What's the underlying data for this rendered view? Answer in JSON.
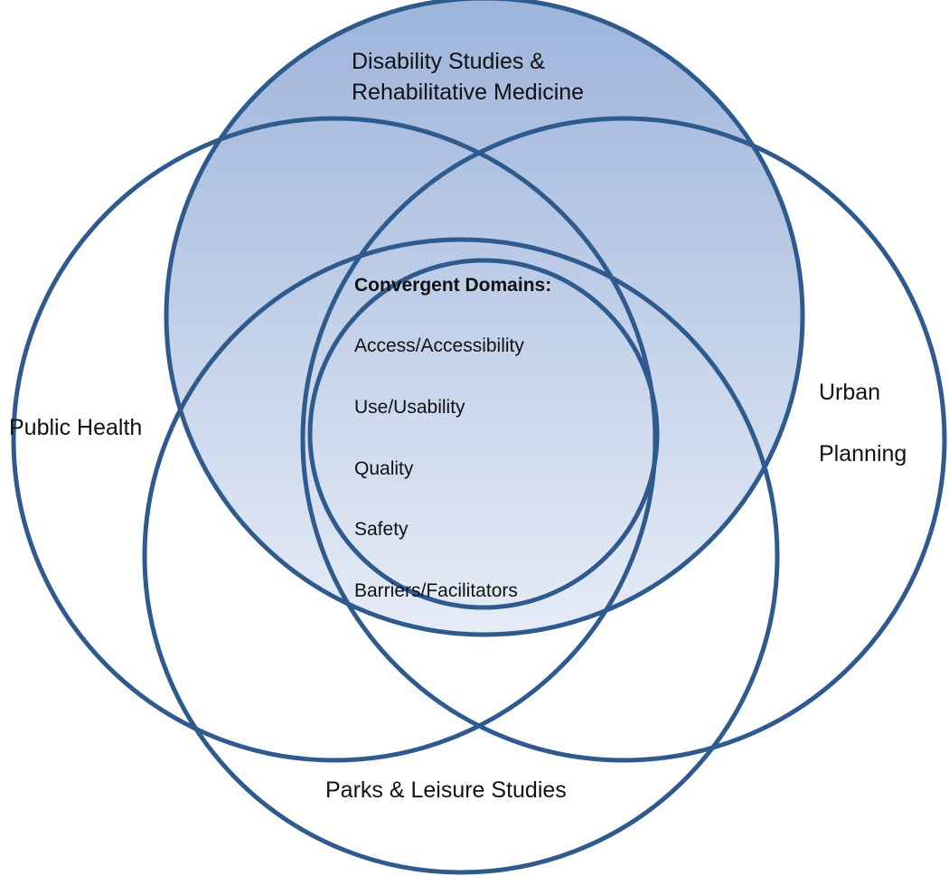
{
  "circles": [
    {
      "id": "disability",
      "label_lines": [
        "Disability Studies  &",
        "Rehabilitative Medicine"
      ],
      "filled": true
    },
    {
      "id": "public-health",
      "label_lines": [
        "Public Health"
      ],
      "filled": false
    },
    {
      "id": "urban-planning",
      "label_lines": [
        "Urban",
        "Planning"
      ],
      "filled": false
    },
    {
      "id": "parks-leisure",
      "label_lines": [
        "Parks & Leisure Studies"
      ],
      "filled": false
    }
  ],
  "center": {
    "heading": "Convergent Domains:",
    "items": [
      "Access/Accessibility",
      "Use/Usability",
      "Quality",
      "Safety",
      "Barriers/Facilitators"
    ]
  },
  "colors": {
    "stroke": "#2e5a8e",
    "fill_top": "#9db4db",
    "fill_bottom": "#e6ecf6",
    "text": "#111111"
  }
}
